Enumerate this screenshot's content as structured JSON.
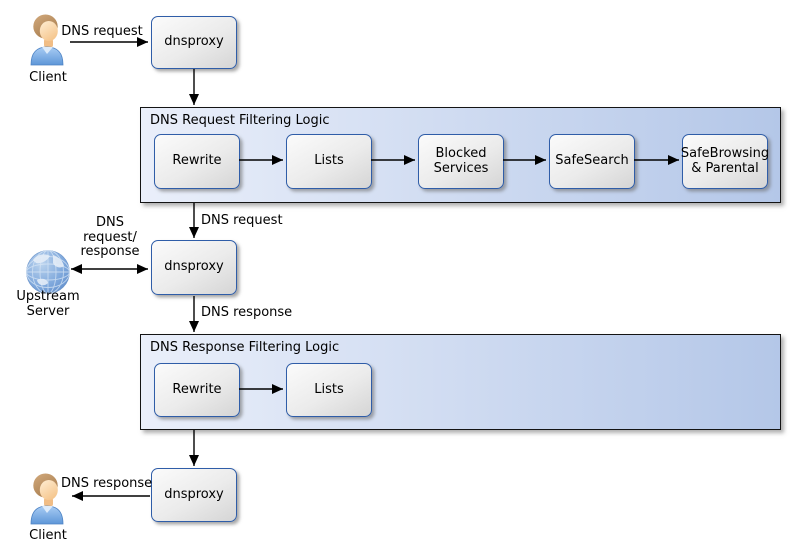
{
  "nodes": {
    "dnsproxy_top": "dnsproxy",
    "dnsproxy_middle": "dnsproxy",
    "dnsproxy_bottom": "dnsproxy",
    "client_top": "Client",
    "client_bottom": "Client",
    "upstream_line1": "Upstream",
    "upstream_line2": "Server"
  },
  "request_filtering": {
    "title": "DNS Request Filtering Logic",
    "steps": [
      "Rewrite",
      "Lists",
      "Blocked Services",
      "SafeSearch",
      "SafeBrowsing & Parental"
    ]
  },
  "response_filtering": {
    "title": "DNS Response Filtering Logic",
    "steps": [
      "Rewrite",
      "Lists"
    ]
  },
  "edge_labels": {
    "client_to_proxy": "DNS request",
    "filter_to_proxy": "DNS request",
    "upstream_exchange": [
      "DNS",
      "request/",
      "response"
    ],
    "proxy_to_filter": "DNS response",
    "proxy_to_client": "DNS response"
  },
  "icons": {
    "client": "person-icon",
    "upstream_server": "globe-icon"
  },
  "colors": {
    "node-border": "#2f5da8",
    "node-fill-light": "#fbfbfb",
    "node-fill-dark": "#d5d5d5",
    "container-border": "#141414",
    "container-fill-left": "#eaeffa",
    "container-fill-right": "#b4c7e8",
    "arrow": "#000000",
    "text": "#000000"
  }
}
